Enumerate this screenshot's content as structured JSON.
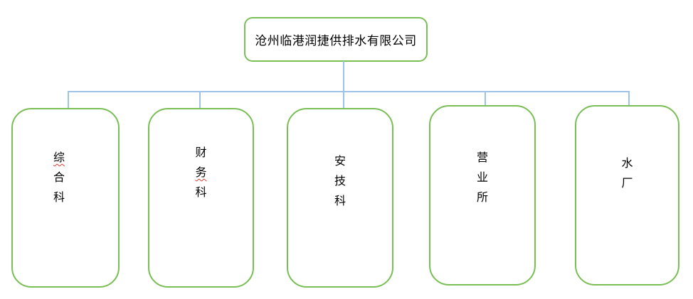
{
  "colors": {
    "box_border_green": "#7abe56",
    "connector_blue": "#9dc3e6",
    "text_black": "#000000",
    "spellcheck_red": "#e03a2f",
    "background": "#ffffff"
  },
  "org_chart": {
    "root": {
      "label": "沧州临港润捷供排水有限公司"
    },
    "departments": [
      {
        "label": "综合科",
        "text_orientation": "vertical",
        "misspelled_char_indices": [
          0
        ]
      },
      {
        "label": "财务科",
        "text_orientation": "vertical",
        "misspelled_char_indices": [
          1
        ]
      },
      {
        "label": "安技科",
        "text_orientation": "vertical",
        "misspelled_char_indices": []
      },
      {
        "label": "营业所",
        "text_orientation": "vertical",
        "misspelled_char_indices": []
      },
      {
        "label": "水厂",
        "text_orientation": "vertical",
        "misspelled_char_indices": []
      }
    ]
  }
}
